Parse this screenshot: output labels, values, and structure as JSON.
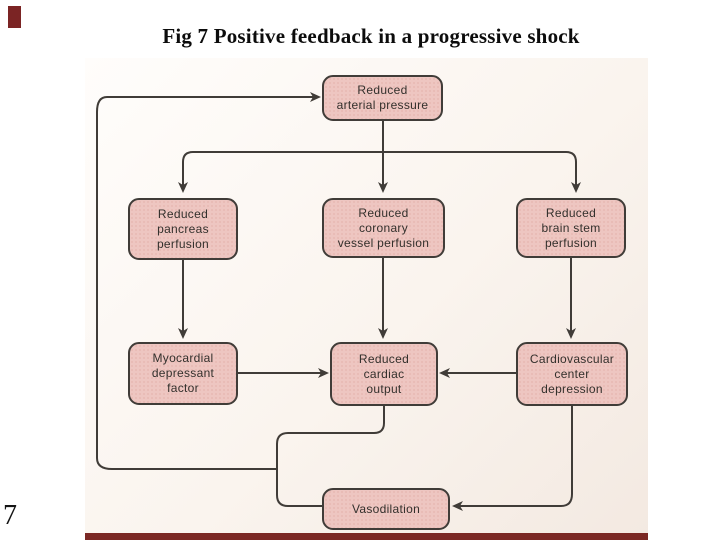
{
  "slide": {
    "title": "Fig 7 Positive feedback in a progressive shock",
    "page_number": "7"
  },
  "colors": {
    "accent_maroon": "#7b2424",
    "box_fill": "#eec6c1",
    "box_border": "#403c38",
    "connector_line": "#403c38",
    "photo_background": "#faf4ee"
  },
  "diagram": {
    "nodes": [
      {
        "id": "reduced-arterial-pressure",
        "label": "Reduced\narterial pressure"
      },
      {
        "id": "reduced-pancreas-perfusion",
        "label": "Reduced\npancreas\nperfusion"
      },
      {
        "id": "reduced-coronary-vessel-perfusion",
        "label": "Reduced\ncoronary\nvessel perfusion"
      },
      {
        "id": "reduced-brain-stem-perfusion",
        "label": "Reduced\nbrain stem\nperfusion"
      },
      {
        "id": "myocardial-depressant-factor",
        "label": "Myocardial\ndepressant\nfactor"
      },
      {
        "id": "reduced-cardiac-output",
        "label": "Reduced\ncardiac\noutput"
      },
      {
        "id": "cardiovascular-center-depression",
        "label": "Cardiovascular\ncenter\ndepression"
      },
      {
        "id": "vasodilation",
        "label": "Vasodilation"
      }
    ],
    "edges": [
      {
        "from": "reduced-arterial-pressure",
        "to": "reduced-pancreas-perfusion"
      },
      {
        "from": "reduced-arterial-pressure",
        "to": "reduced-coronary-vessel-perfusion"
      },
      {
        "from": "reduced-arterial-pressure",
        "to": "reduced-brain-stem-perfusion"
      },
      {
        "from": "reduced-pancreas-perfusion",
        "to": "myocardial-depressant-factor"
      },
      {
        "from": "reduced-coronary-vessel-perfusion",
        "to": "reduced-cardiac-output"
      },
      {
        "from": "reduced-brain-stem-perfusion",
        "to": "cardiovascular-center-depression"
      },
      {
        "from": "myocardial-depressant-factor",
        "to": "reduced-cardiac-output"
      },
      {
        "from": "cardiovascular-center-depression",
        "to": "reduced-cardiac-output"
      },
      {
        "from": "cardiovascular-center-depression",
        "to": "vasodilation"
      },
      {
        "from": "reduced-cardiac-output",
        "to": "reduced-arterial-pressure",
        "note": "positive feedback loop"
      },
      {
        "from": "vasodilation",
        "to": "reduced-arterial-pressure",
        "note": "positive feedback loop"
      }
    ]
  }
}
